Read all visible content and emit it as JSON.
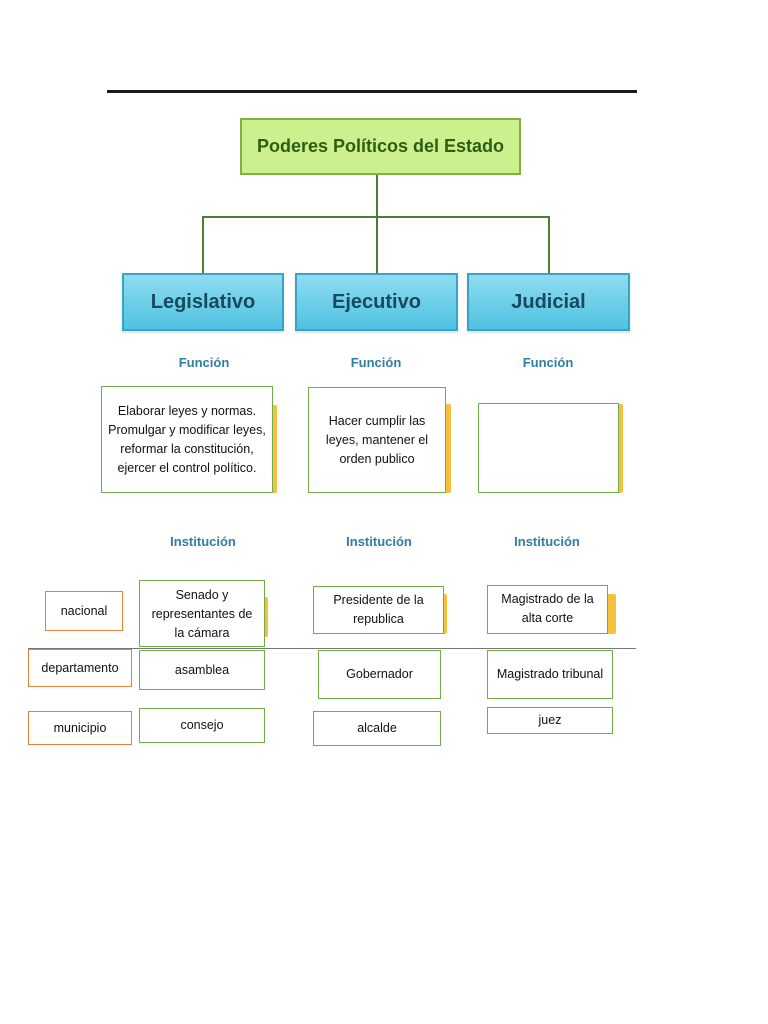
{
  "root": {
    "title": "Poderes Políticos del Estado"
  },
  "branches": [
    {
      "name": "Legislativo",
      "function_label": "Función",
      "function_text": "Elaborar leyes y normas. Promulgar y modificar leyes, reformar la constitución, ejercer el control político.",
      "institution_label": "Institución",
      "institutions": {
        "nacional": "Senado y representantes de la cámara",
        "departamento": "asamblea",
        "municipio": "consejo"
      }
    },
    {
      "name": "Ejecutivo",
      "function_label": "Función",
      "function_text": "Hacer cumplir las leyes, mantener el orden publico",
      "institution_label": "Institución",
      "institutions": {
        "nacional": "Presidente de la republica",
        "departamento": "Gobernador",
        "municipio": "alcalde"
      }
    },
    {
      "name": "Judicial",
      "function_label": "Función",
      "function_text": "",
      "institution_label": "Institución",
      "institutions": {
        "nacional": "Magistrado de la alta corte",
        "departamento": "Magistrado tribunal",
        "municipio": "juez"
      }
    }
  ],
  "levels": {
    "nacional": "nacional",
    "departamento": "departamento",
    "municipio": "municipio"
  },
  "colors": {
    "root_fill": "#cdf08e",
    "branch_fill": "#4fc2e2",
    "level_border": "#e8803a",
    "box_border": "#6fae4b",
    "accent_shadow": "#f5c03d"
  }
}
